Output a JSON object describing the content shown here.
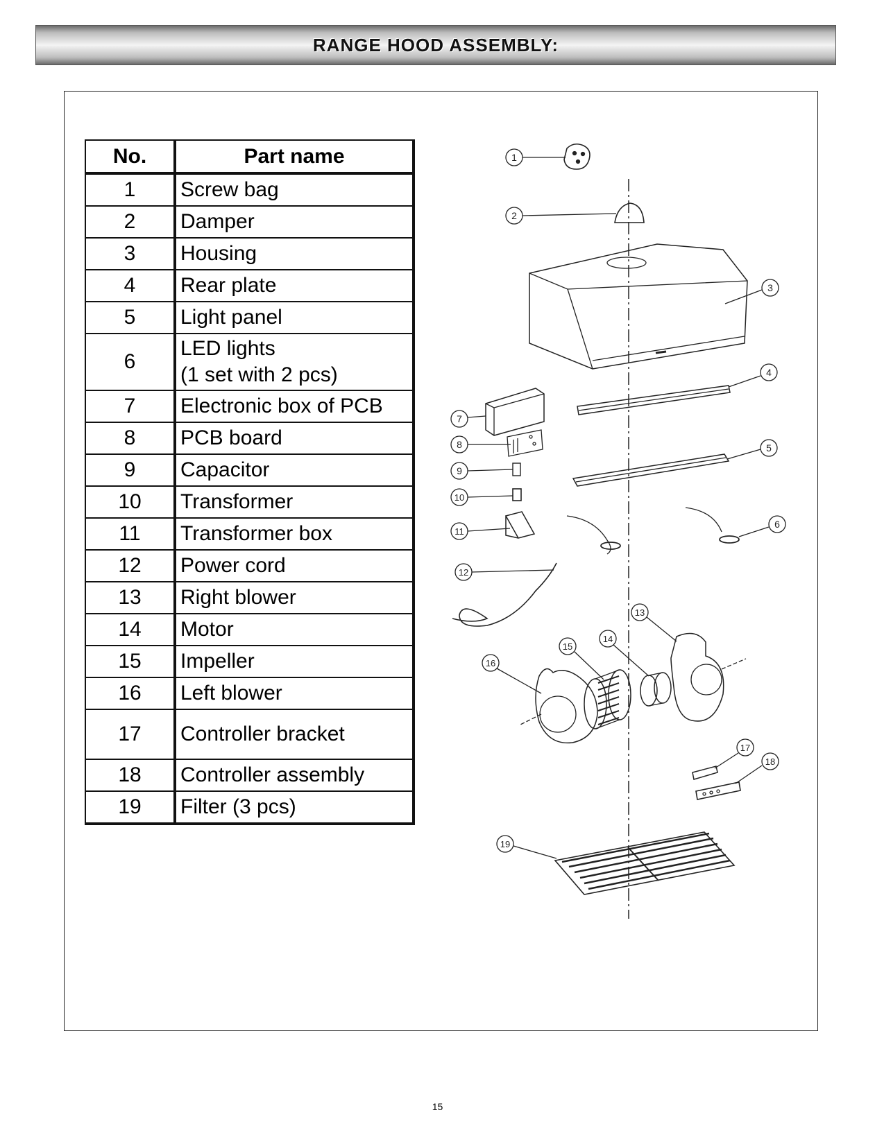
{
  "header": {
    "title": "RANGE HOOD ASSEMBLY:"
  },
  "table": {
    "col_no": "No.",
    "col_name": "Part name",
    "rows": [
      {
        "no": "1",
        "name": "Screw bag"
      },
      {
        "no": "2",
        "name": "Damper"
      },
      {
        "no": "3",
        "name": "Housing"
      },
      {
        "no": "4",
        "name": "Rear plate"
      },
      {
        "no": "5",
        "name": "Light panel"
      },
      {
        "no": "6",
        "name": "LED lights",
        "name2": "(1 set with 2 pcs)"
      },
      {
        "no": "7",
        "name": "Electronic box of PCB"
      },
      {
        "no": "8",
        "name": "PCB board"
      },
      {
        "no": "9",
        "name": "Capacitor"
      },
      {
        "no": "10",
        "name": "Transformer"
      },
      {
        "no": "11",
        "name": "Transformer box"
      },
      {
        "no": "12",
        "name": "Power cord"
      },
      {
        "no": "13",
        "name": "Right blower"
      },
      {
        "no": "14",
        "name": "Motor"
      },
      {
        "no": "15",
        "name": "Impeller"
      },
      {
        "no": "16",
        "name": "Left blower"
      },
      {
        "no": "17",
        "name": "Controller bracket"
      },
      {
        "no": "18",
        "name": "Controller assembly"
      },
      {
        "no": "19",
        "name": "Filter (3 pcs)"
      }
    ]
  },
  "diagram": {
    "callouts": [
      "1",
      "2",
      "3",
      "4",
      "5",
      "6",
      "7",
      "8",
      "9",
      "10",
      "11",
      "12",
      "13",
      "14",
      "15",
      "16",
      "17",
      "18",
      "19"
    ]
  },
  "footer": {
    "page_number": "15"
  }
}
